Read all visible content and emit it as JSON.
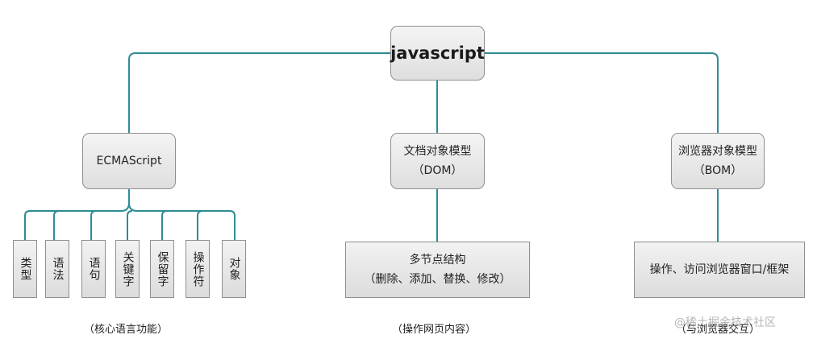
{
  "colors": {
    "connector": "#2e8c96",
    "box_border": "#8f8f8f",
    "box_fill_top": "#f4f4f4",
    "box_fill_bottom": "#dedede"
  },
  "root": {
    "label": "javascript"
  },
  "branches": {
    "ecma": {
      "label": "ECMAScript",
      "caption": "（核心语言功能）",
      "leaves": [
        "类型",
        "语法",
        "语句",
        "关键字",
        "保留字",
        "操作符",
        "对象"
      ]
    },
    "dom": {
      "label": "文档对象模型\n（DOM）",
      "detail": "多节点结构\n（删除、添加、替换、修改）",
      "caption": "（操作网页内容）"
    },
    "bom": {
      "label": "浏览器对象模型\n（BOM）",
      "detail": "操作、访问浏览器窗口/框架",
      "caption": "（与浏览器交互）"
    }
  },
  "watermark": {
    "text": "@稀土掘金技术社区"
  }
}
